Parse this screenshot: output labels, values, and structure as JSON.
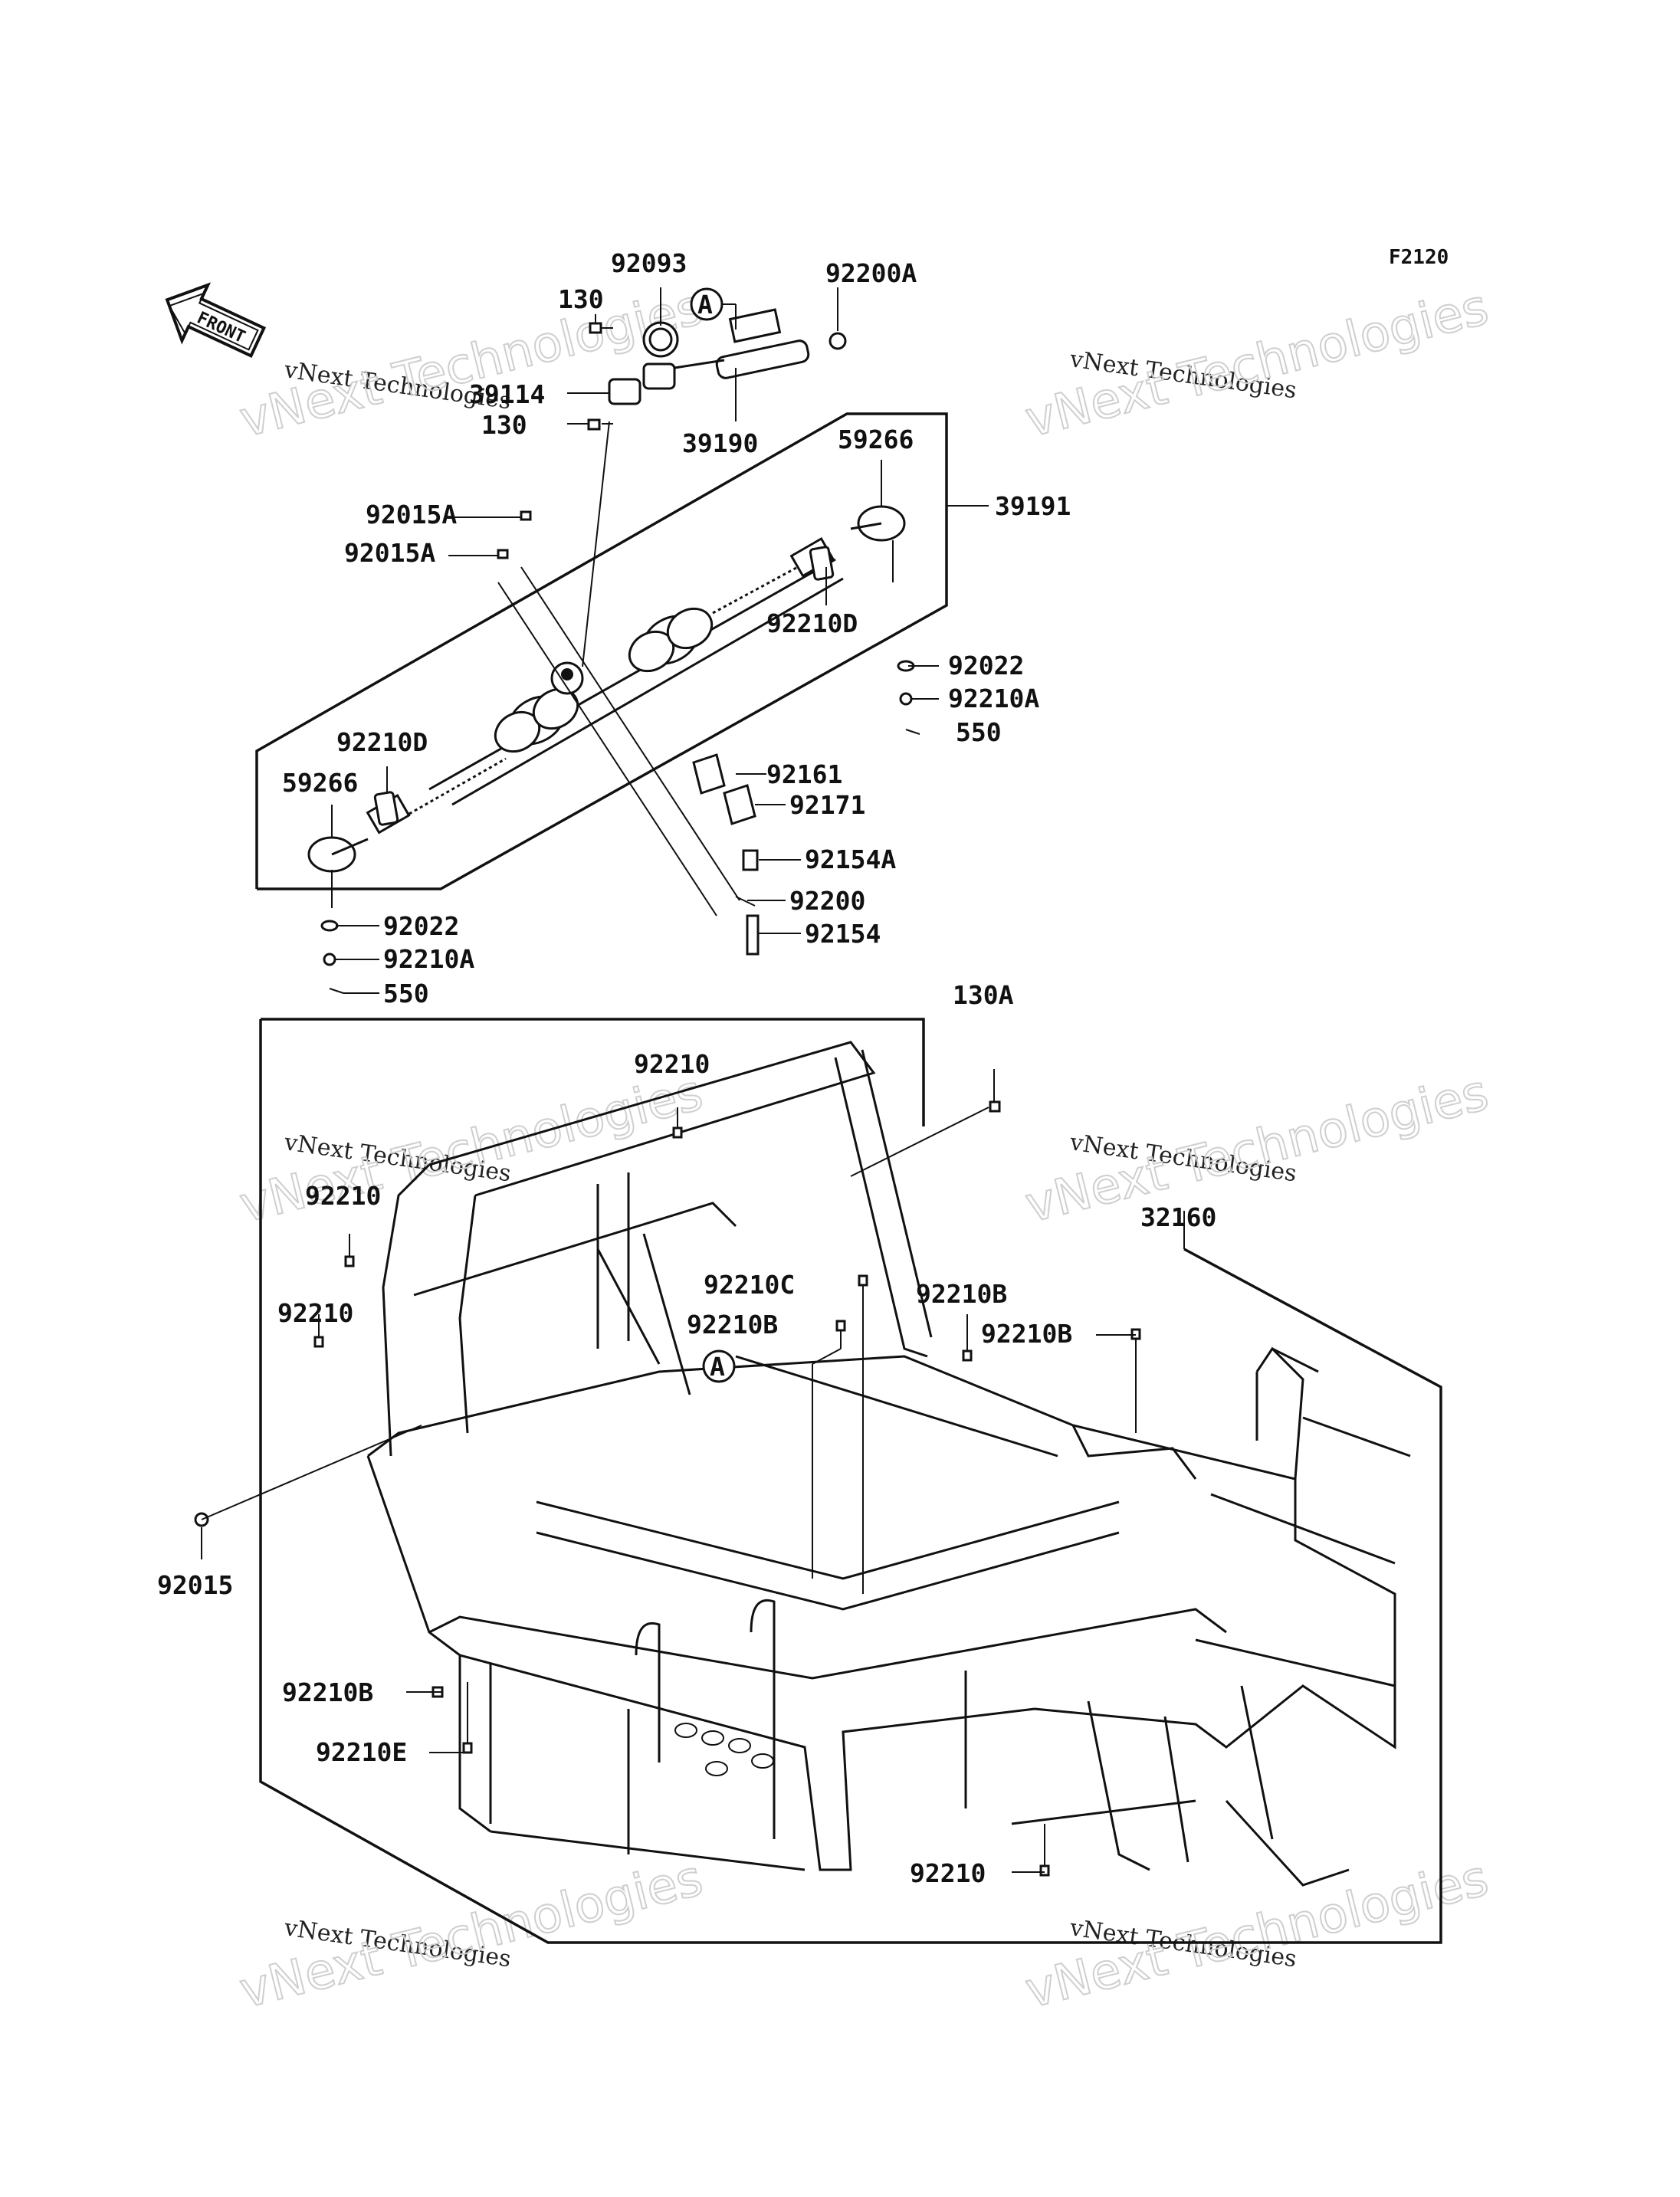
{
  "figure_code": "F2120",
  "front_arrow_label": "FRONT",
  "watermark_text": "vNext Technologies",
  "watermark_big": "vNext Technologies",
  "reference_mark": "A",
  "callouts": {
    "p92093": "92093",
    "p92200A": "92200A",
    "p130_top": "130",
    "p39114": "39114",
    "p130_bot": "130",
    "p39190": "39190",
    "p59266_right": "59266",
    "p39191": "39191",
    "p92015A_1": "92015A",
    "p92015A_2": "92015A",
    "p92210D_right": "92210D",
    "p92022_right": "92022",
    "p92210A_right": "92210A",
    "p550_right": "550",
    "p92210D_left": "92210D",
    "p59266_left": "59266",
    "p92161": "92161",
    "p92171": "92171",
    "p92154A": "92154A",
    "p92200": "92200",
    "p92154": "92154",
    "p92022_left": "92022",
    "p92210A_left": "92210A",
    "p550_left": "550",
    "p130A": "130A",
    "p92210_top": "92210",
    "p92210_left1": "92210",
    "p92210_left2": "92210",
    "p32160": "32160",
    "p92210C": "92210C",
    "p92210B_1": "92210B",
    "p92210B_2": "92210B",
    "p92210B_3": "92210B",
    "p92015": "92015",
    "p92210B_4": "92210B",
    "p92210E": "92210E",
    "p92210_bottom": "92210"
  }
}
